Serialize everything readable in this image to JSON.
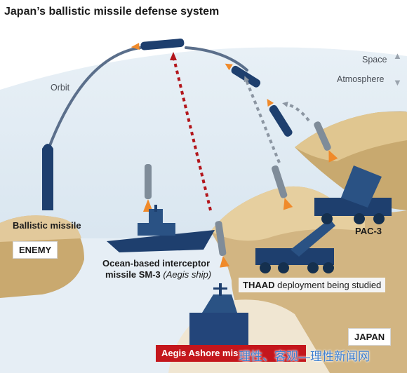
{
  "title": "Japan’s ballistic missile defense system",
  "labels": {
    "orbit": "Orbit",
    "space": "Space",
    "atmosphere": "Atmosphere",
    "ballistic_missile": "Ballistic missile",
    "enemy": "ENEMY",
    "sm3_line1": "Ocean-based interceptor",
    "sm3_line2": "missile SM-3",
    "sm3_italic": "(Aegis ship)",
    "pac3": "PAC-3",
    "thaad_bold": "THAAD",
    "thaad_rest": " deployment being studied",
    "japan": "JAPAN",
    "aegis_ashore": "Aegis Ashore mis",
    "watermark": "理性、客观—理性新闻网"
  },
  "icons": {
    "space_arrow": "up-arrow-icon",
    "atmosphere_arrow": "down-arrow-icon"
  },
  "colors": {
    "sky": "#dbe8f2",
    "land": "#d7bc8c",
    "missile": "#1e3f6e",
    "interceptor": "#7f8c99",
    "red_trail": "#b3161c",
    "aegis_bar": "#c4161c",
    "watermark": "#3d7fd0"
  }
}
